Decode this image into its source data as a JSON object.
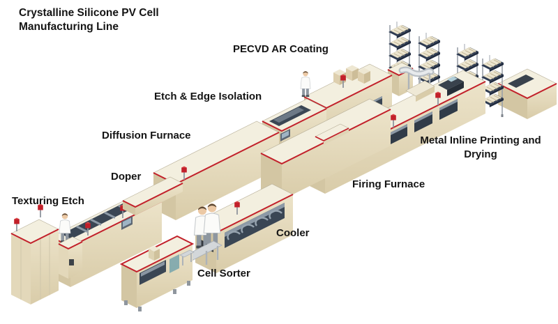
{
  "title": "Crystalline Silicone PV Cell Manufacturing Line",
  "diagram_type": "isometric process-line illustration",
  "stations": [
    {
      "id": "texturing-etch",
      "label": "Texturing Etch"
    },
    {
      "id": "doper",
      "label": "Doper"
    },
    {
      "id": "diffusion-furnace",
      "label": "Diffusion Furnace"
    },
    {
      "id": "etch-edge-isolation",
      "label": "Etch & Edge Isolation"
    },
    {
      "id": "pecvd-ar-coating",
      "label": "PECVD AR Coating"
    },
    {
      "id": "metal-inline-printing",
      "label": "Metal Inline Printing and Drying"
    },
    {
      "id": "firing-furnace",
      "label": "Firing Furnace"
    },
    {
      "id": "cooler",
      "label": "Cooler"
    },
    {
      "id": "cell-sorter",
      "label": "Cell Sorter"
    }
  ],
  "scene": {
    "technician_count": 4,
    "storage_rack_count": 4,
    "colors": {
      "background": "#ffffff",
      "machine_top": "#f3efdf",
      "machine_side": "#e6dcc0",
      "machine_end": "#d3c6a3",
      "trim_red": "#c2202a",
      "opening_dark": "#3a4654",
      "opening_metal": "#8c99a6",
      "rack_shelf": "#2e3b52",
      "cassette_cream": "#ede6d0",
      "conveyor_silver": "#ccd1d5",
      "label_text": "#141414"
    }
  }
}
